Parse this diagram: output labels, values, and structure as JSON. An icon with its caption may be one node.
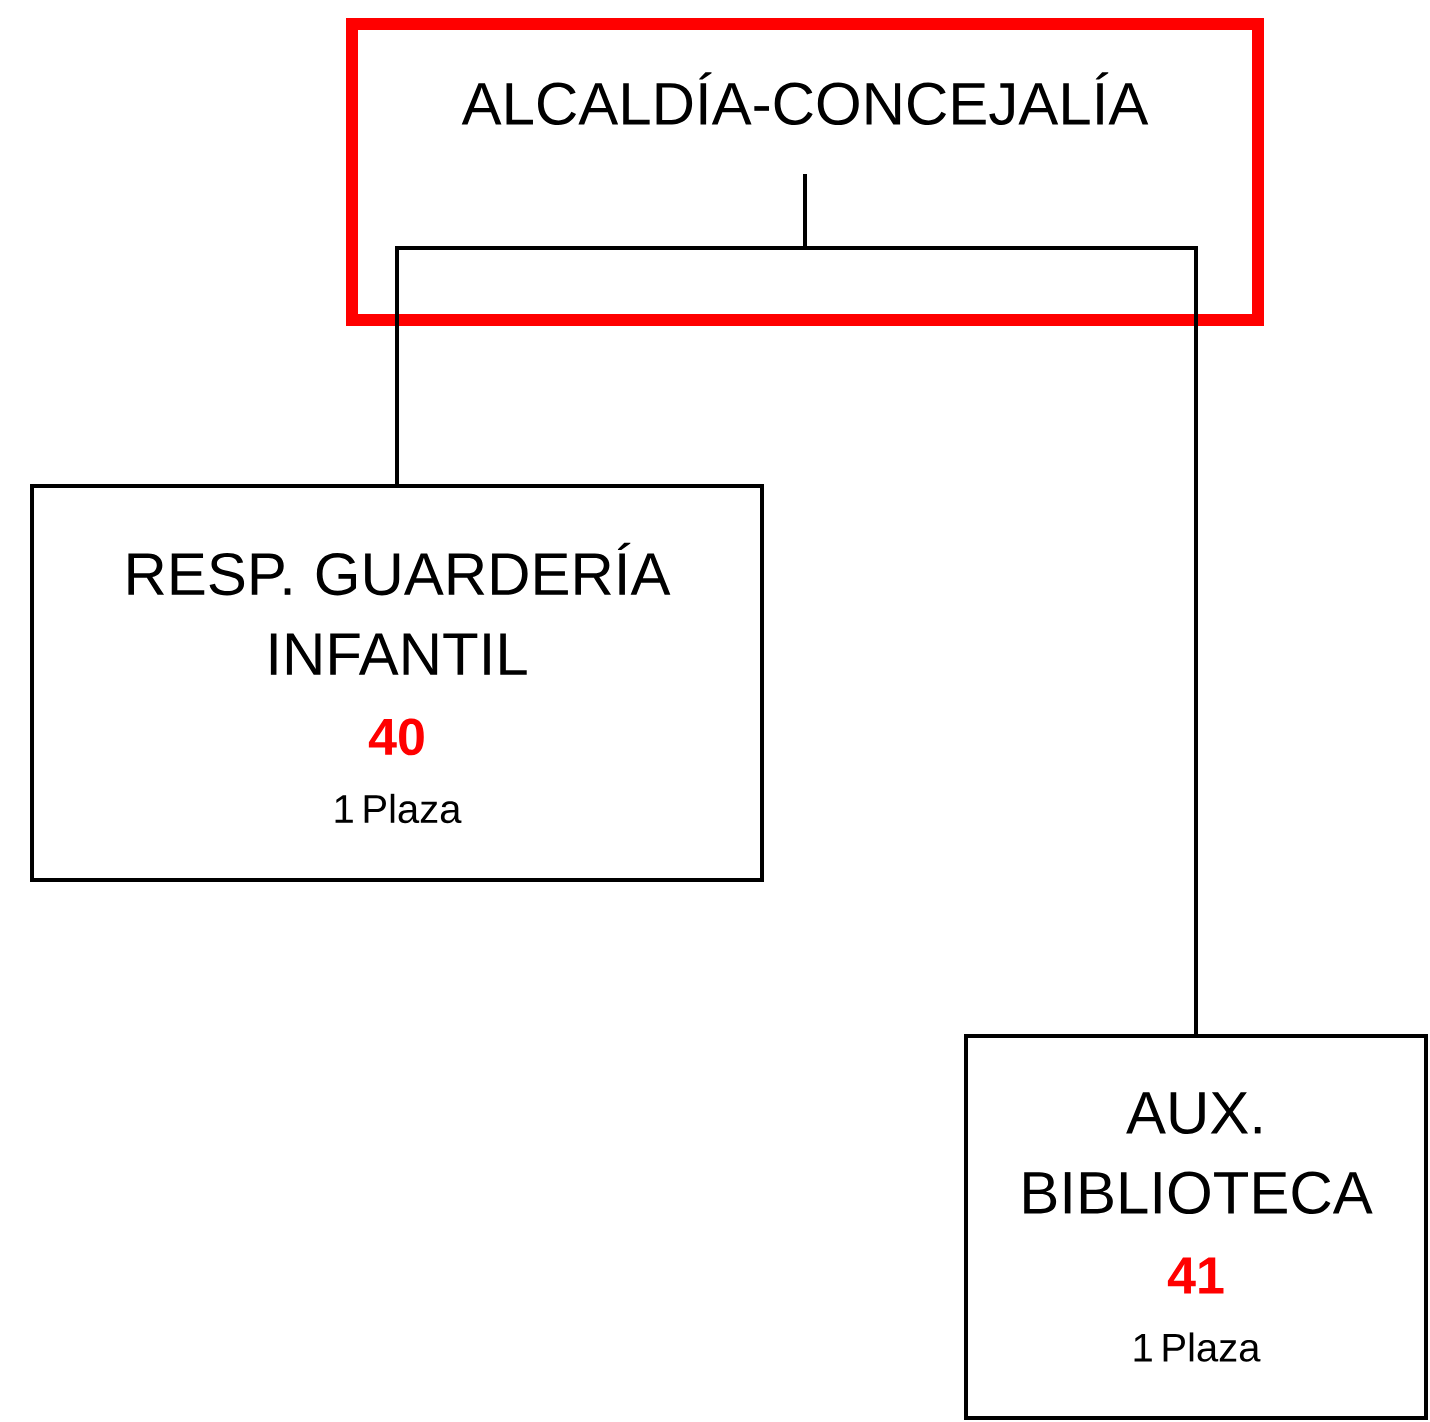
{
  "diagram": {
    "nodes": [
      {
        "text": [
          "ALCALDÍA-CONCEJALÍA"
        ]
      },
      {
        "text": [
          "RESP. GUARDERÍA INFANTIL",
          "40",
          "1 Plaza"
        ]
      },
      {
        "text": [
          "AUX. BIBLIOTECA",
          "41",
          "1 Plaza"
        ]
      }
    ],
    "edges": [
      {
        "from": 0,
        "to": 1,
        "arrow": "none"
      },
      {
        "from": 0,
        "to": 2,
        "arrow": "none"
      }
    ]
  }
}
